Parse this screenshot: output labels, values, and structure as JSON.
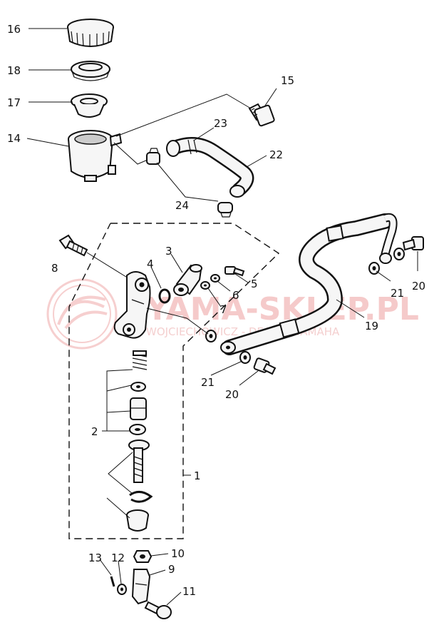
{
  "watermark": {
    "brand": "YAMA-SKLEP.PL",
    "tagline": "WOJCIECHOWICZ - DEALER YAMAHA",
    "brand_color": "#f0a8a8"
  },
  "labels": [
    {
      "id": "16",
      "text": "16"
    },
    {
      "id": "18",
      "text": "18"
    },
    {
      "id": "17",
      "text": "17"
    },
    {
      "id": "14",
      "text": "14"
    },
    {
      "id": "15",
      "text": "15"
    },
    {
      "id": "23",
      "text": "23"
    },
    {
      "id": "22",
      "text": "22"
    },
    {
      "id": "24",
      "text": "24"
    },
    {
      "id": "8",
      "text": "8"
    },
    {
      "id": "3",
      "text": "3"
    },
    {
      "id": "4",
      "text": "4"
    },
    {
      "id": "5",
      "text": "5"
    },
    {
      "id": "6",
      "text": "6"
    },
    {
      "id": "7",
      "text": "7"
    },
    {
      "id": "21a",
      "text": "21"
    },
    {
      "id": "20a",
      "text": "20"
    },
    {
      "id": "19",
      "text": "19"
    },
    {
      "id": "21b",
      "text": "21"
    },
    {
      "id": "20b",
      "text": "20"
    },
    {
      "id": "2",
      "text": "2"
    },
    {
      "id": "1",
      "text": "1"
    },
    {
      "id": "10",
      "text": "10"
    },
    {
      "id": "13",
      "text": "13"
    },
    {
      "id": "12",
      "text": "12"
    },
    {
      "id": "9",
      "text": "9"
    },
    {
      "id": "11",
      "text": "11"
    }
  ]
}
